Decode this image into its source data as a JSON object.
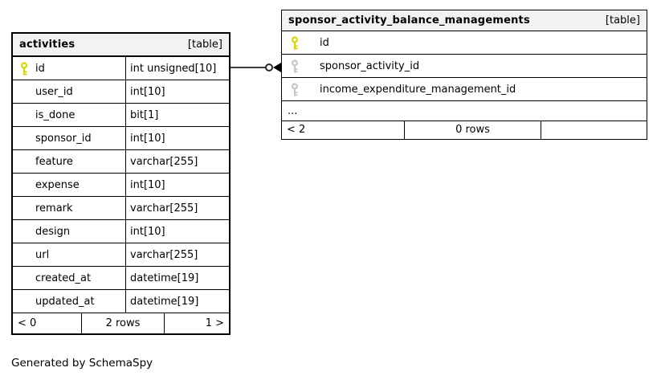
{
  "footer_note": "Generated by SchemaSpy",
  "colors": {
    "primary_key": "#d6d600",
    "foreign_key": "#c6c6c6",
    "header_bg": "#f2f2f2",
    "relation_line": "#3d3d3d"
  },
  "tables": [
    {
      "name": "activities",
      "tag": "[table]",
      "columns": [
        {
          "name": "id",
          "type": "int unsigned[10]",
          "key": "primary"
        },
        {
          "name": "user_id",
          "type": "int[10]"
        },
        {
          "name": "is_done",
          "type": "bit[1]"
        },
        {
          "name": "sponsor_id",
          "type": "int[10]"
        },
        {
          "name": "feature",
          "type": "varchar[255]"
        },
        {
          "name": "expense",
          "type": "int[10]"
        },
        {
          "name": "remark",
          "type": "varchar[255]"
        },
        {
          "name": "design",
          "type": "int[10]"
        },
        {
          "name": "url",
          "type": "varchar[255]"
        },
        {
          "name": "created_at",
          "type": "datetime[19]"
        },
        {
          "name": "updated_at",
          "type": "datetime[19]"
        }
      ],
      "footer": {
        "left": "< 0",
        "center": "2 rows",
        "right": "1 >"
      }
    },
    {
      "name": "sponsor_activity_balance_managements",
      "tag": "[table]",
      "columns": [
        {
          "name": "id",
          "key": "primary"
        },
        {
          "name": "sponsor_activity_id",
          "key": "foreign"
        },
        {
          "name": "income_expenditure_management_id",
          "key": "foreign"
        }
      ],
      "ellipsis": "...",
      "footer": {
        "left": "< 2",
        "center": "0 rows",
        "right": ""
      }
    }
  ],
  "relationship": {
    "from_table": "activities",
    "from_column": "id",
    "to_table": "sponsor_activity_balance_managements",
    "to_column": "sponsor_activity_id",
    "markers": [
      "zero-or-one-circle",
      "arrowhead"
    ]
  }
}
